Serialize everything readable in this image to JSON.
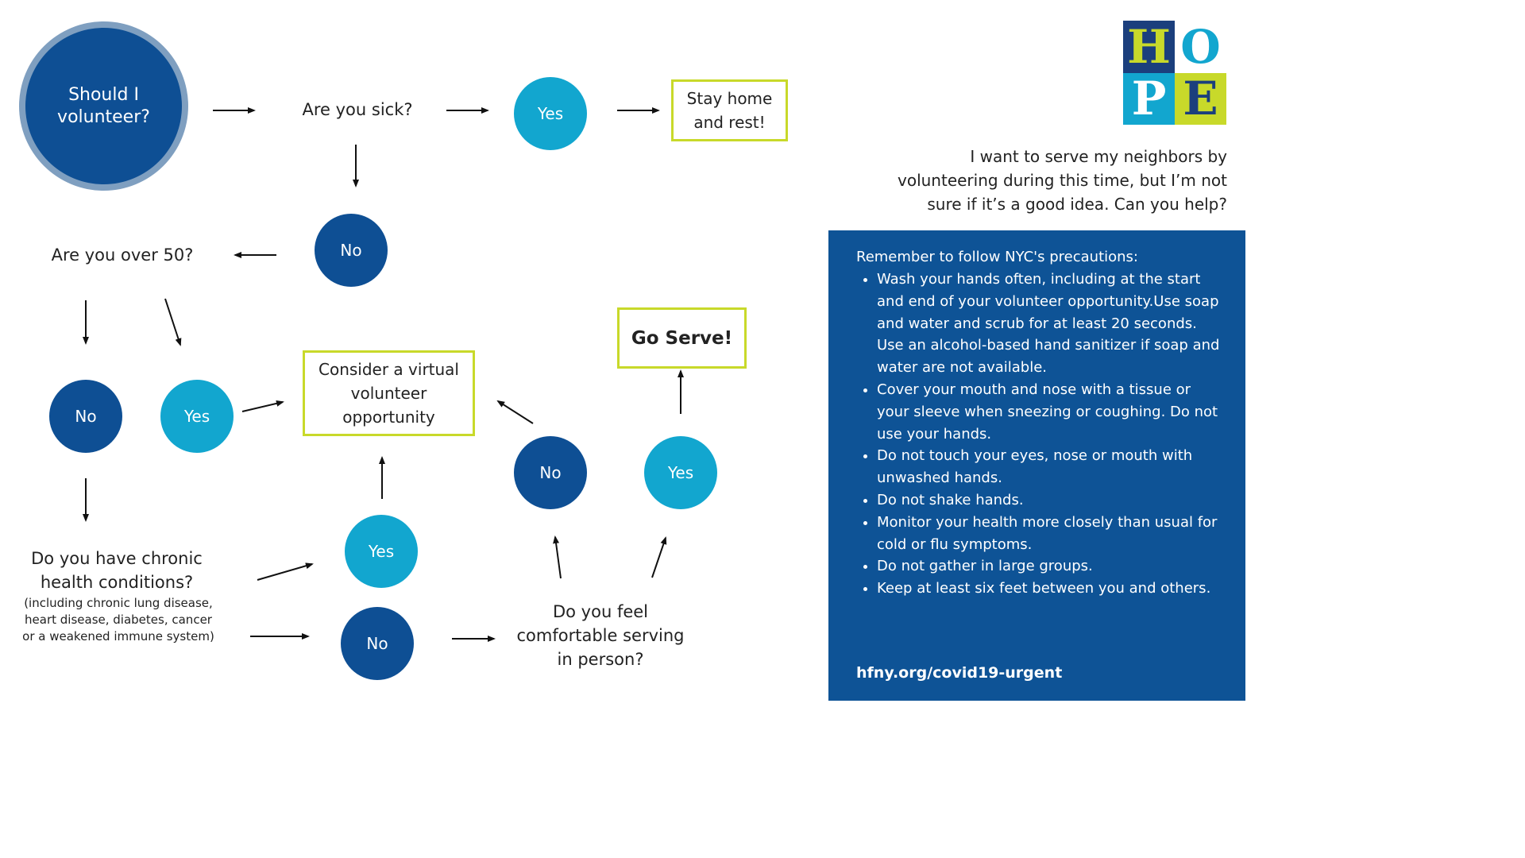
{
  "start": "Should I volunteer?",
  "questions": {
    "sick": "Are you sick?",
    "over50": "Are you over 50?",
    "chronic": "Do you have chronic health conditions?",
    "chronic_note": "(including chronic lung disease, heart disease, diabetes, cancer or a weakened immune system)",
    "comfortable": "Do you feel comfortable serving in person?"
  },
  "answers": {
    "yes": "Yes",
    "no": "No"
  },
  "outcomes": {
    "stay_home": "Stay home and rest!",
    "virtual": "Consider a virtual volunteer opportunity",
    "go_serve": "Go Serve!"
  },
  "logo": {
    "letters": [
      "H",
      "O",
      "P",
      "E"
    ],
    "colors": [
      "#1b3f7d",
      "#12a6cf",
      "#12a6cf",
      "#c8d92a"
    ]
  },
  "intro": "I want to serve my neighbors by volunteering during this time, but I’m not sure if it’s a good idea. Can you help?",
  "precautions": {
    "heading": "Remember to follow NYC's precautions:",
    "items": [
      "Wash your hands often, including at the start and end of your volunteer opportunity.Use soap and water and scrub for at least 20 seconds. Use an alcohol-based hand sanitizer if soap and water are not available.",
      "Cover your mouth and nose with a tissue or your sleeve when sneezing or coughing. Do not use your hands.",
      "Do not touch your eyes, nose or mouth with unwashed hands.",
      "Do not shake hands.",
      "Monitor your health more closely than usual for cold or flu symptoms.",
      "Do not gather in large groups.",
      "Keep at least six feet between you and others."
    ],
    "url": "hfny.org/covid19-urgent"
  },
  "colors": {
    "dark_blue": "#0e4f94",
    "light_blue": "#12a6cf",
    "lime": "#c8d92a",
    "panel": "#0e5396"
  }
}
